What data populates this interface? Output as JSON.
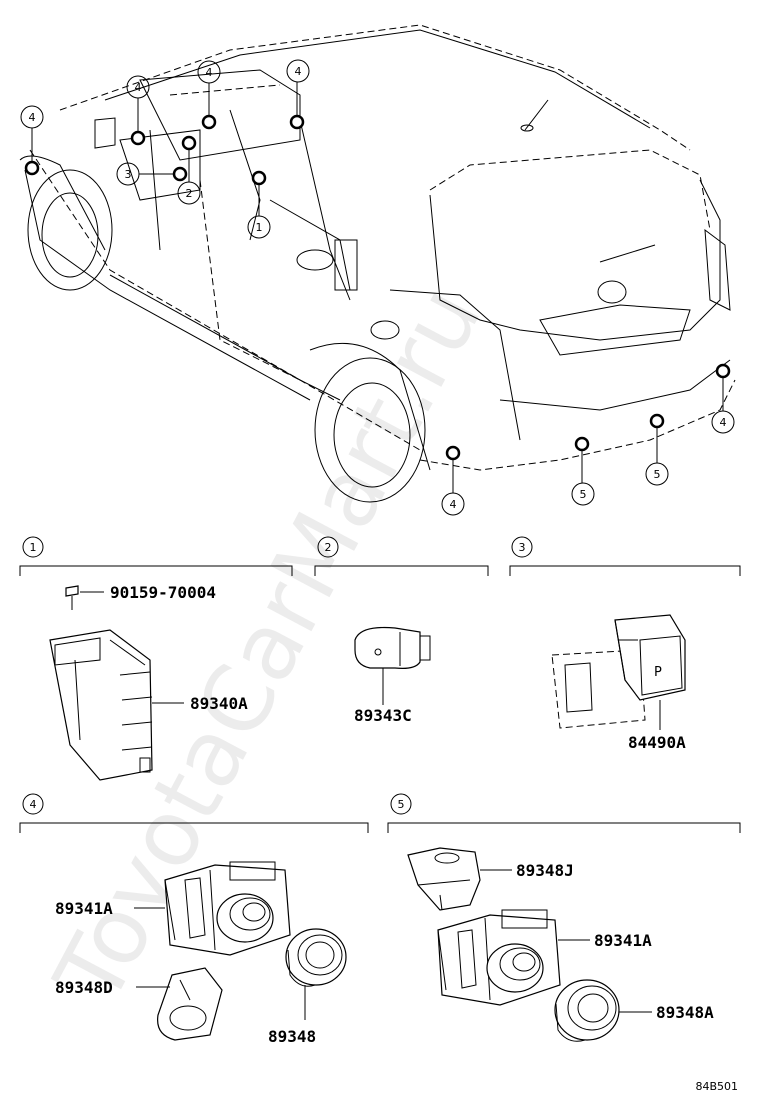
{
  "watermark": "ToyotaCarMart.ru",
  "reference_code": "84B501",
  "callouts": {
    "c1": "1",
    "c2": "2",
    "c3": "3",
    "c4": "4",
    "c5": "5"
  },
  "sections": [
    {
      "id": "1",
      "parts": [
        "90159-70004",
        "89340A"
      ]
    },
    {
      "id": "2",
      "parts": [
        "89343C"
      ]
    },
    {
      "id": "3",
      "parts": [
        "84490A"
      ]
    },
    {
      "id": "4",
      "parts": [
        "89341A",
        "89348D",
        "89348"
      ]
    },
    {
      "id": "5",
      "parts": [
        "89348J",
        "89341A",
        "89348A"
      ]
    }
  ]
}
